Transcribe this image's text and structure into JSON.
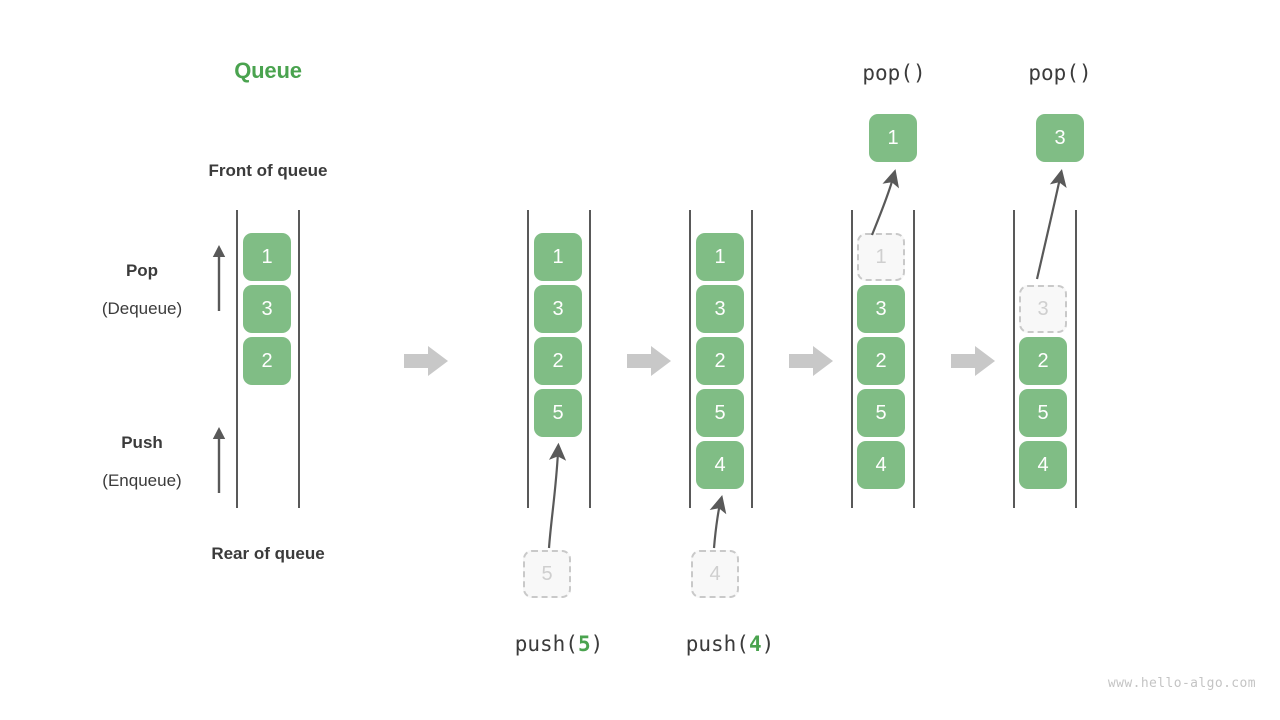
{
  "diagram": {
    "title": "Queue",
    "title_color": "#4aa34f",
    "box_color": "#80bd85",
    "ghost_color": "#f8f8f8",
    "rail_color": "#595959",
    "separator_color": "#c8c8c8",
    "watermark": "www.hello-algo.com",
    "labels": {
      "front_of_queue": "Front of queue",
      "rear_of_queue": "Rear of queue",
      "pop": "Pop",
      "dequeue": "(Dequeue)",
      "push": "Push",
      "enqueue": "(Enqueue)"
    }
  },
  "stages": [
    {
      "id": "initial",
      "op_label": null,
      "op_name": null,
      "op_arg": null,
      "items": [
        "1",
        "3",
        "2"
      ],
      "ghost_index": null,
      "incoming": null,
      "outgoing": null
    },
    {
      "id": "push-5",
      "op_label_prefix": "push(",
      "op_arg": "5",
      "op_label_suffix": ")",
      "items": [
        "1",
        "3",
        "2",
        "5"
      ],
      "ghost_index": null,
      "incoming": "5",
      "outgoing": null
    },
    {
      "id": "push-4",
      "op_label_prefix": "push(",
      "op_arg": "4",
      "op_label_suffix": ")",
      "items": [
        "1",
        "3",
        "2",
        "5",
        "4"
      ],
      "ghost_index": null,
      "incoming": "4",
      "outgoing": null
    },
    {
      "id": "pop-1",
      "op_label_prefix": "pop(",
      "op_arg": "",
      "op_label_suffix": ")",
      "items": [
        "1",
        "3",
        "2",
        "5",
        "4"
      ],
      "ghost_index": 0,
      "incoming": null,
      "outgoing": "1"
    },
    {
      "id": "pop-3",
      "op_label_prefix": "pop(",
      "op_arg": "",
      "op_label_suffix": ")",
      "items": [
        "3",
        "2",
        "5",
        "4"
      ],
      "ghost_index": 0,
      "incoming": null,
      "outgoing": "3"
    }
  ],
  "cells": {
    "s0_b0": "1",
    "s0_b1": "3",
    "s0_b2": "2",
    "s1_b0": "1",
    "s1_b1": "3",
    "s1_b2": "2",
    "s1_b3": "5",
    "s1_in": "5",
    "s2_b0": "1",
    "s2_b1": "3",
    "s2_b2": "2",
    "s2_b3": "5",
    "s2_b4": "4",
    "s2_in": "4",
    "s3_b0": "1",
    "s3_b1": "3",
    "s3_b2": "2",
    "s3_b3": "5",
    "s3_b4": "4",
    "s3_out": "1",
    "s4_b0": "3",
    "s4_b1": "2",
    "s4_b2": "5",
    "s4_b3": "4",
    "s4_out": "3"
  },
  "ops": {
    "push5_prefix": "push(",
    "push5_arg": "5",
    "push5_suffix": ")",
    "push4_prefix": "push(",
    "push4_arg": "4",
    "push4_suffix": ")",
    "pop1": "pop()",
    "pop2": "pop()"
  }
}
